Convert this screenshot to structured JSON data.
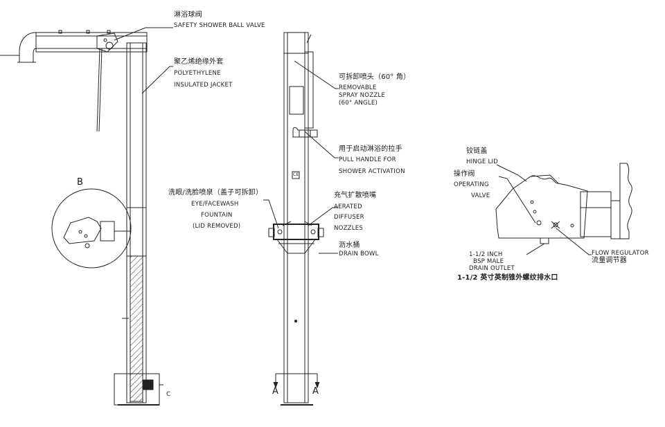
{
  "labels": {
    "ball_valve_cn": "淋浴球阀",
    "ball_valve_en": "SAFETY SHOWER BALL VALVE",
    "jacket_cn": "聚乙烯绝缘外套",
    "jacket_en1": "POLYETHYLENE",
    "jacket_en2": "INSULATED JACKET",
    "detail_b": "B",
    "detail_c": "C",
    "section_a_left": "A",
    "section_a_right": "A",
    "nozzle_cn": "可拆卸喷头（60° 角）",
    "nozzle_en1": "REMOVABLE",
    "nozzle_en2": "SPRAY NOZZLE",
    "nozzle_en3": "(60° ANGLE)",
    "pull_cn": "用于启动淋浴的拉手",
    "pull_en1": "PULL HANDLE FOR",
    "pull_en2": "SHOWER ACTIVATION",
    "eyewash_cn": "洗眼/洗脸喷泉（盖子可拆卸）",
    "eyewash_en1": "EYE/FACEWASH",
    "eyewash_en2": "FOUNTAIN",
    "eyewash_en3": "(LID REMOVED)",
    "aerated_cn": "充气扩散喷嘴",
    "aerated_en1": "AERATED",
    "aerated_en2": "DIFFUSER",
    "aerated_en3": "NOZZLES",
    "drain_cn": "沥水桶",
    "drain_en": "DRAIN BOWL",
    "hinge_cn": "铰链盖",
    "hinge_en": "HINGE LID",
    "operating_cn": "操作阀",
    "operating_en1": "OPERATING",
    "operating_en2": "VALVE",
    "inch_en1": "1-1/2 INCH",
    "inch_en2": "BSP MALE",
    "inch_en3": "DRAIN OUTLET",
    "inch_cn": "1-1/2 英寸英制锥外螺纹排水口",
    "flow_en": "FLOW REGULATOR",
    "flow_cn": "流量调节器",
    "ce_mark": "CE"
  },
  "colors": {
    "line": "#222222",
    "paper": "#ffffff"
  }
}
